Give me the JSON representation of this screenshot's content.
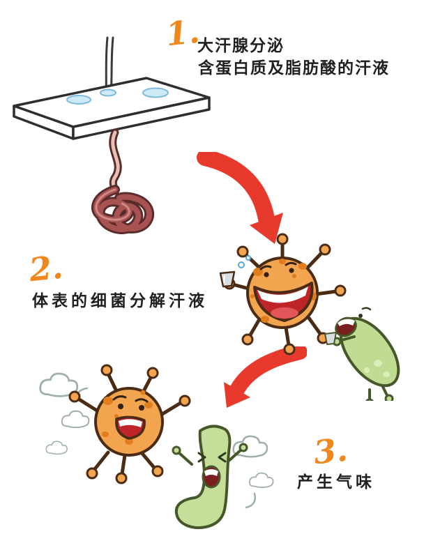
{
  "steps": [
    {
      "number": "1.",
      "lines": [
        "大汗腺分泌",
        "含蛋白质及脂肪酸的汗液"
      ]
    },
    {
      "number": "2.",
      "lines": [
        "体表的细菌分解汗液"
      ]
    },
    {
      "number": "3.",
      "lines": [
        "产生气味"
      ]
    }
  ],
  "colors": {
    "accent_orange": "#ef871d",
    "arrow_red": "#e73a2c",
    "text": "#1f1f1f",
    "bacteria_orange": "#f3a44f",
    "bacteria_spot": "#e07d1d",
    "germ_green": "#c0db92",
    "gland_red": "#a85252",
    "droplet_blue": "#cdeaf6",
    "cloud_outline": "#9fb0a8"
  },
  "icons": {
    "skin_gland": "skin-sweat-gland-illustration",
    "arrow_step1": "curved-arrow-down-right-icon",
    "bacteria_eating": "bacteria-character-eating",
    "germ_drinking": "germ-character-drinking",
    "arrow_step2": "curved-arrow-down-left-icon",
    "bacteria_running": "bacteria-character-running",
    "sock": "smelly-sock-character",
    "odor_clouds": "odor-cloud-icon"
  }
}
